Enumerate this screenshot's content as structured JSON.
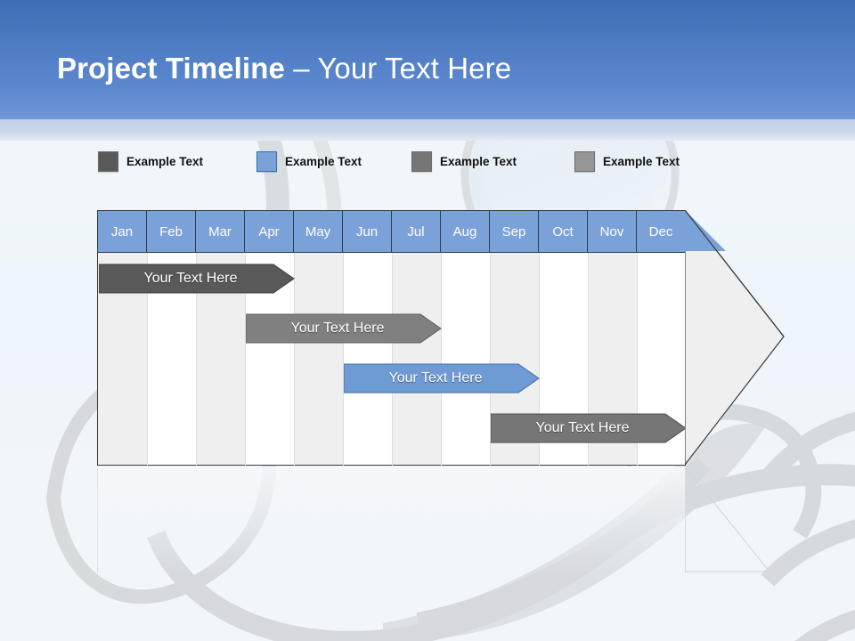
{
  "slide": {
    "title_bold": "Project Timeline",
    "title_rest": " – Your Text Here",
    "background_color": "#f2f7fb",
    "header_color": "#4e7cc2",
    "header_band_color": "#c2cee7"
  },
  "legend": {
    "items": [
      {
        "label": "Example Text",
        "color": "#595959",
        "x": 0
      },
      {
        "label": "Example Text",
        "color": "#7ba2d8",
        "x": 178
      },
      {
        "label": "Example Text",
        "color": "#767676",
        "x": 352
      },
      {
        "label": "Example Text",
        "color": "#969696",
        "x": 535
      }
    ]
  },
  "chart_data": {
    "type": "bar",
    "title": "Project Timeline – Your Text Here",
    "xlabel": "",
    "ylabel": "",
    "categories": [
      "Jan",
      "Feb",
      "Mar",
      "Apr",
      "May",
      "Jun",
      "Jul",
      "Aug",
      "Sep",
      "Oct",
      "Nov",
      "Dec"
    ],
    "header_fill": "#7ba2d8",
    "header_text_color": "#ffffff",
    "column_shade_color": "#efefef",
    "column_plain_color": "#ffffff",
    "grid": true,
    "series": [
      {
        "name": "Example Text",
        "label": "Your  Text Here",
        "start_month": "Jan",
        "end_month": "Apr",
        "start_index": 0,
        "end_index": 3,
        "color": "#595959",
        "outline": "#3f3f3f",
        "row": 0
      },
      {
        "name": "Example Text",
        "label": "Your  Text Here",
        "start_month": "Apr",
        "end_month": "Jul",
        "start_index": 3,
        "end_index": 6,
        "color": "#808080",
        "outline": "#5e5e5e",
        "row": 1
      },
      {
        "name": "Example Text",
        "label": "Your  Text Here",
        "start_month": "Jun",
        "end_month": "Sep",
        "start_index": 5,
        "end_index": 8,
        "color": "#6e9bd4",
        "outline": "#3d6ca8",
        "row": 2
      },
      {
        "name": "Example Text",
        "label": "Your  Text Here",
        "start_month": "Sep",
        "end_month": "Dec",
        "start_index": 8,
        "end_index": 11,
        "color": "#767676",
        "outline": "#4d4d4d",
        "row": 3
      }
    ]
  }
}
